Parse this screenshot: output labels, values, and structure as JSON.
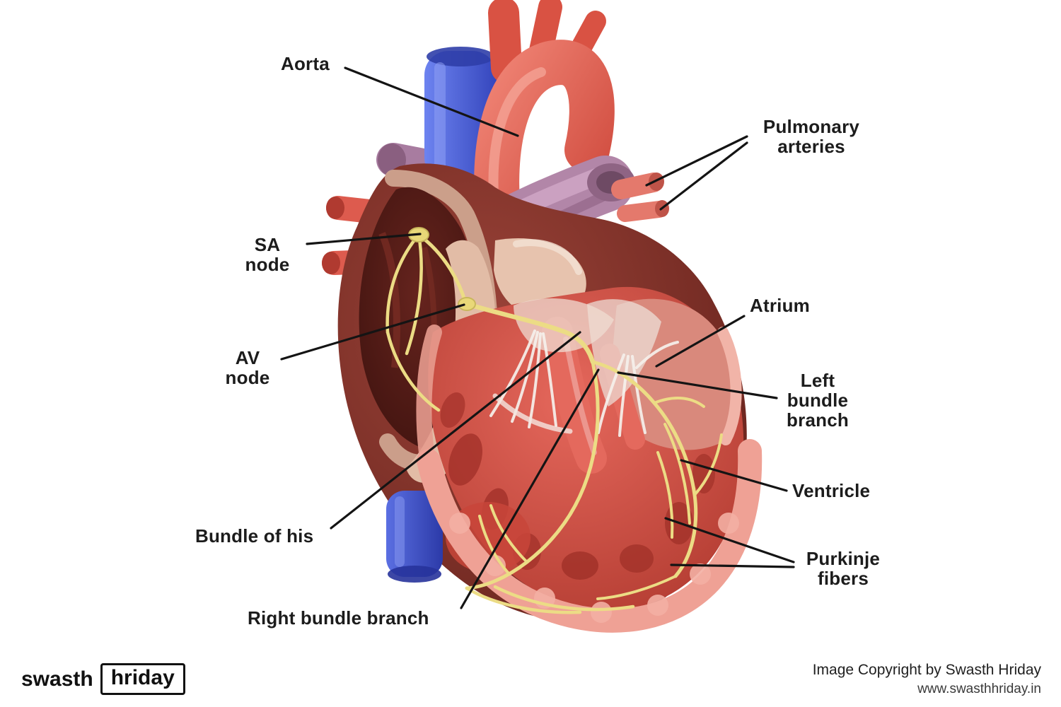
{
  "figure": {
    "subject": "Human heart electrical conduction system diagram",
    "labels": {
      "aorta": "Aorta",
      "pulmonary_arteries": "Pulmonary\narteries",
      "sa_node": "SA\nnode",
      "av_node": "AV\nnode",
      "atrium": "Atrium",
      "left_bundle_branch": "Left\nbundle\nbranch",
      "ventricle": "Ventricle",
      "bundle_of_his": "Bundle of his",
      "right_bundle_branch": "Right bundle branch",
      "purkinje_fibers": "Purkinje\nfibers"
    },
    "colors": {
      "background": "#ffffff",
      "label_text": "#1c1c1c",
      "leader_line": "#141414",
      "aorta_red": "#e1584c",
      "vein_blue": "#4155d4",
      "pulmonary_mauve": "#b286a8",
      "heart_maroon": "#7e2f28",
      "ventricle_red": "#ce4a41",
      "cut_rim_pink": "#efa195",
      "conduction_yellow": "#ecdc85"
    }
  },
  "branding": {
    "logo_left": "swasth",
    "logo_right": "hriday",
    "copyright": "Image Copyright by Swasth Hriday",
    "website": "www.swasthhriday.in"
  }
}
